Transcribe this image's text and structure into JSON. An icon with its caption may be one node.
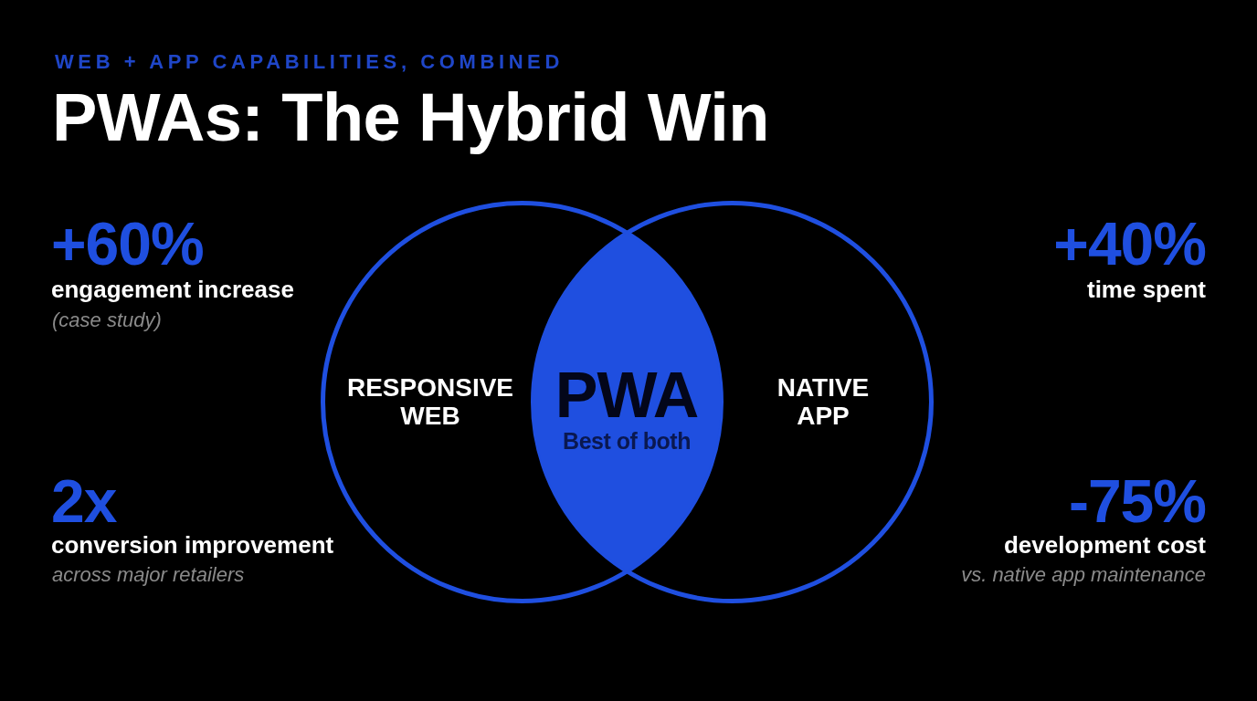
{
  "diagram": {
    "title": "PWAs: The Hybrid Win",
    "nodes": [
      {
        "text": [
          "RESPONSIVE WEB"
        ]
      },
      {
        "text": [
          "NATIVE APP"
        ]
      },
      {
        "text": [
          "PWA",
          "Best of both"
        ]
      }
    ],
    "labels": [
      "WEB + APP CAPABILITIES, COMBINED",
      "+60%",
      "engagement increase",
      "(case study)",
      "+40%",
      "time spent",
      "2x",
      "conversion improvement",
      "across major retailers",
      "-75%",
      "development cost",
      "vs. native app maintenance"
    ]
  }
}
